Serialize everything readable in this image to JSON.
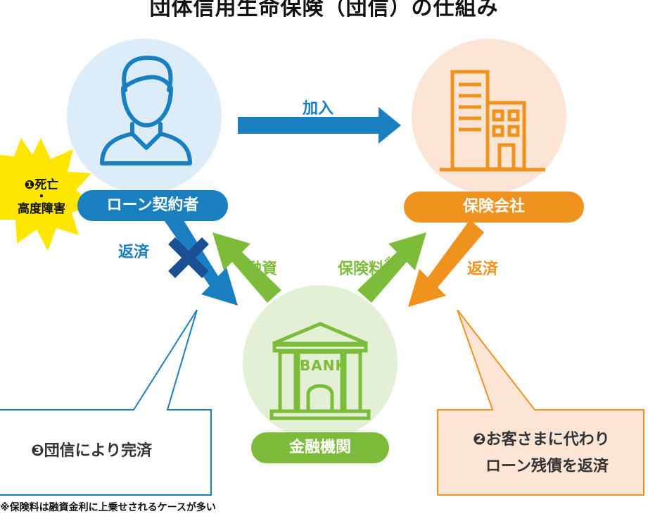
{
  "title": "団体信用生命保険（団信）の仕組み",
  "nodes": {
    "borrower": {
      "label": "ローン契約者",
      "color": "#1a7fc1"
    },
    "insurer": {
      "label": "保険会社",
      "color": "#f0921e"
    },
    "bank": {
      "label": "金融機関",
      "color": "#7dbb3a",
      "building_text": "BANK"
    }
  },
  "arrows": {
    "join": "加入",
    "repay_blocked": "返済",
    "loan": "融資",
    "premium": "保険料",
    "premium_mark": "※",
    "insurer_repay": "返済"
  },
  "event": {
    "line1": "❶死亡",
    "dot": "・",
    "line2": "高度障害"
  },
  "callouts": {
    "left": "❸団信により完済",
    "right_line1": "❷お客さまに代わり",
    "right_line2": "ローン残債を返済"
  },
  "footnote": "※保険料は融資金利に上乗せされるケースが多い"
}
